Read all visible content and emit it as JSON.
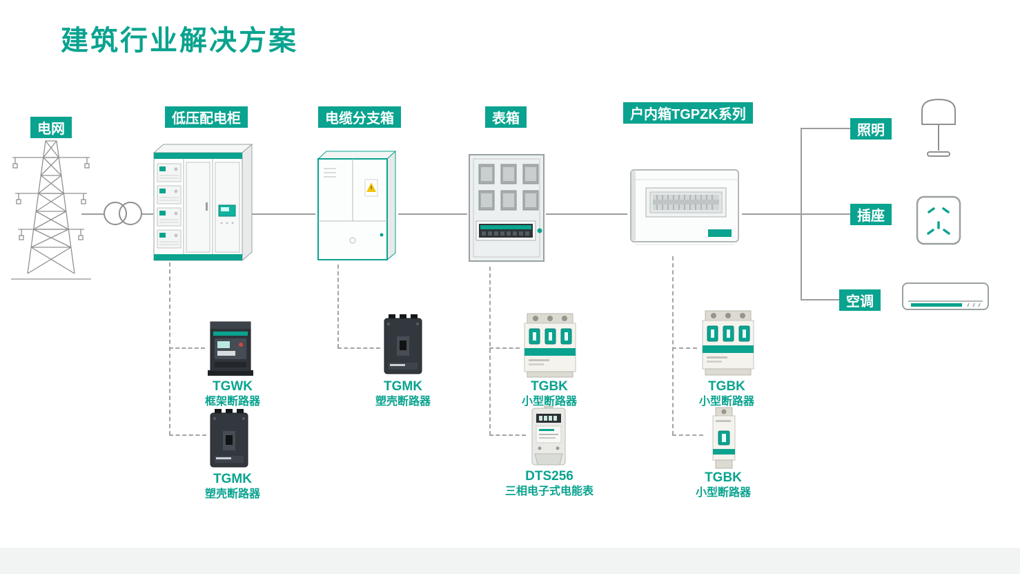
{
  "title": "建筑行业解决方案",
  "colors": {
    "accent": "#0aa38f",
    "line": "#9b9b9b"
  },
  "nodes": {
    "grid": {
      "label": "电网"
    },
    "cabinet": {
      "label": "低压配电柜"
    },
    "branch_box": {
      "label": "电缆分支箱"
    },
    "meter_box": {
      "label": "表箱"
    },
    "indoor_box": {
      "label": "户内箱TGPZK系列"
    }
  },
  "loads": {
    "lighting": {
      "label": "照明"
    },
    "socket": {
      "label": "插座"
    },
    "aircon": {
      "label": "空调"
    }
  },
  "products": {
    "tgwk": {
      "model": "TGWK",
      "name": "框架断路器"
    },
    "tgmk_cabinet": {
      "model": "TGMK",
      "name": "塑壳断路器"
    },
    "tgmk_branch": {
      "model": "TGMK",
      "name": "塑壳断路器"
    },
    "tgbk_meter": {
      "model": "TGBK",
      "name": "小型断路器"
    },
    "dts256": {
      "model": "DTS256",
      "name": "三相电子式电能表"
    },
    "tgbk_indoor": {
      "model": "TGBK",
      "name": "小型断路器"
    },
    "tgbk_indoor_2": {
      "model": "TGBK",
      "name": "小型断路器"
    }
  }
}
